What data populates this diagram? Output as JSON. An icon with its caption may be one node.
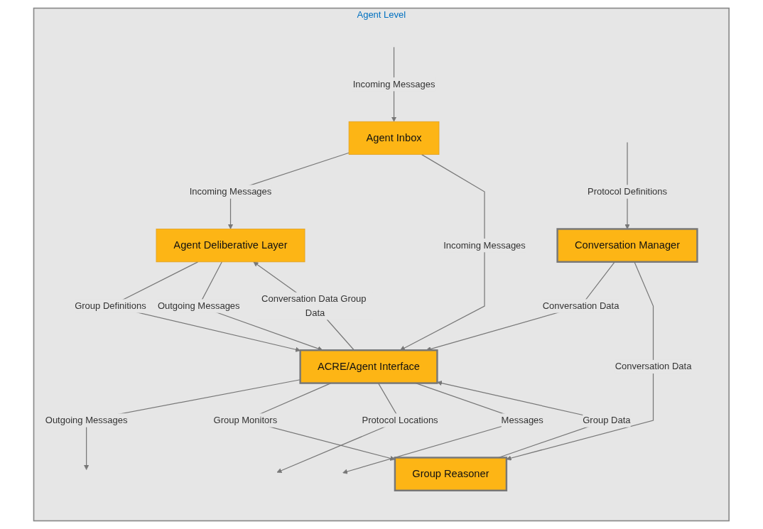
{
  "diagram": {
    "nodes": [
      {
        "text": [
          "Agent Level"
        ]
      },
      {
        "text": [
          "Agent Deliberative Layer"
        ],
        "in": 0
      },
      {
        "text": [
          "Agent Inbox"
        ],
        "in": 0
      },
      {
        "text": [
          "ACRE/Agent Interface"
        ],
        "in": 0
      },
      {
        "text": [
          "Group Reasoner"
        ],
        "in": 0
      },
      {
        "text": [
          "Conversation Manager"
        ],
        "in": 0
      }
    ],
    "edges": [
      {
        "from": null,
        "to": 2,
        "arrow": "to",
        "label": "Incoming Messages"
      },
      {
        "from": 2,
        "to": 1,
        "arrow": "to",
        "label": "Incoming Messages"
      },
      {
        "from": 2,
        "to": 3,
        "arrow": "to",
        "label": "Incoming Messages"
      },
      {
        "from": 3,
        "to": null,
        "arrow": "to",
        "label": "Outgoing Messages"
      },
      {
        "from": 3,
        "to": 1,
        "arrow": "to",
        "label": "Conversation Data Group Data"
      },
      {
        "from": 1,
        "to": 3,
        "arrow": "to",
        "label": "Group Definitions"
      },
      {
        "from": 1,
        "to": 3,
        "arrow": "to",
        "label": "Outgoing Messages"
      },
      {
        "from": 3,
        "to": 4,
        "arrow": "to",
        "label": "Group Monitors"
      },
      {
        "from": 4,
        "to": 3,
        "arrow": "to",
        "label": "Group Data"
      },
      {
        "from": 5,
        "to": 3,
        "arrow": "to",
        "label": "Conversation Data"
      },
      {
        "from": 5,
        "to": 4,
        "arrow": "to",
        "label": "Conversation Data"
      },
      {
        "from": null,
        "to": 5,
        "arrow": "to",
        "label": "Protocol Definitions"
      },
      {
        "from": 3,
        "to": null,
        "arrow": "to",
        "label": "Protocol Locations"
      },
      {
        "from": 3,
        "to": null,
        "arrow": "to",
        "label": "Messages"
      }
    ]
  }
}
